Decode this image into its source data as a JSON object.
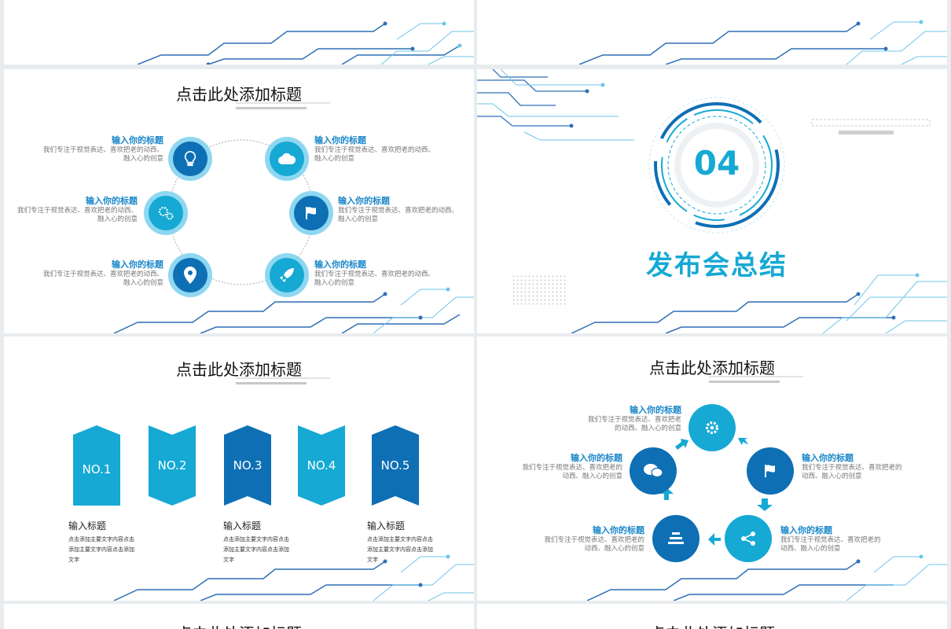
{
  "slide_a": {
    "title": "点击此处添加标题",
    "items": [
      {
        "title": "输入你的标题",
        "desc": "我们专注于视觉表达、喜欢把老的动西、融入心的创意"
      },
      {
        "title": "输入你的标题",
        "desc": "我们专注于视觉表达、喜欢把老的动西、融入心的创意"
      },
      {
        "title": "输入你的标题",
        "desc": "我们专注于视觉表达、喜欢把老的动西、融入心的创意"
      },
      {
        "title": "输入你的标题",
        "desc": "我们专注于视觉表达、喜欢把老的动西、融入心的创意"
      },
      {
        "title": "输入你的标题",
        "desc": "我们专注于视觉表达、喜欢把老的动西、融入心的创意"
      },
      {
        "title": "输入你的标题",
        "desc": "我们专注于视觉表达、喜欢把老的动西、融入心的创意"
      }
    ]
  },
  "slide_b": {
    "number": "04",
    "title": "发布会总结"
  },
  "slide_c": {
    "title": "点击此处添加标题",
    "ribbons": [
      "NO.1",
      "NO.2",
      "NO.3",
      "NO.4",
      "NO.5"
    ],
    "subs": [
      {
        "title": "输入标题",
        "desc": "点击添加主要文字内容点击添加主要文字内容点击添加文字"
      },
      {
        "title": "输入标题",
        "desc": "点击添加主要文字内容点击添加主要文字内容点击添加文字"
      },
      {
        "title": "输入标题",
        "desc": "点击添加主要文字内容点击添加主要文字内容点击添加文字"
      }
    ]
  },
  "slide_d": {
    "title": "点击此处添加标题",
    "items": [
      {
        "title": "输入你的标题",
        "desc": "我们专注于视觉表达、喜欢把老的动西、融入心的创意"
      },
      {
        "title": "输入你的标题",
        "desc": "我们专注于视觉表达、喜欢把老的动西、融入心的创意"
      },
      {
        "title": "输入你的标题",
        "desc": "我们专注于视觉表达、喜欢把老的动西、融入心的创意"
      },
      {
        "title": "输入你的标题",
        "desc": "我们专注于视觉表达、喜欢把老的动西、融入心的创意"
      },
      {
        "title": "输入你的标题",
        "desc": "我们专注于视觉表达、喜欢把老的动西、融入心的创意"
      }
    ]
  },
  "slide_e": {
    "title": "点击此处添加标题"
  },
  "slide_f": {
    "title": "点击此处添加标题"
  },
  "colors": {
    "primary": "#16a9d4",
    "dark": "#0e6fb5",
    "light": "#8fd7f0",
    "text_blue": "#1a87c9"
  },
  "icons": [
    "lightbulb-icon",
    "cloud-icon",
    "gears-icon",
    "flag-icon",
    "location-pin-icon",
    "rocket-icon",
    "gear-icon",
    "chat-icon",
    "share-icon",
    "list-icon"
  ]
}
